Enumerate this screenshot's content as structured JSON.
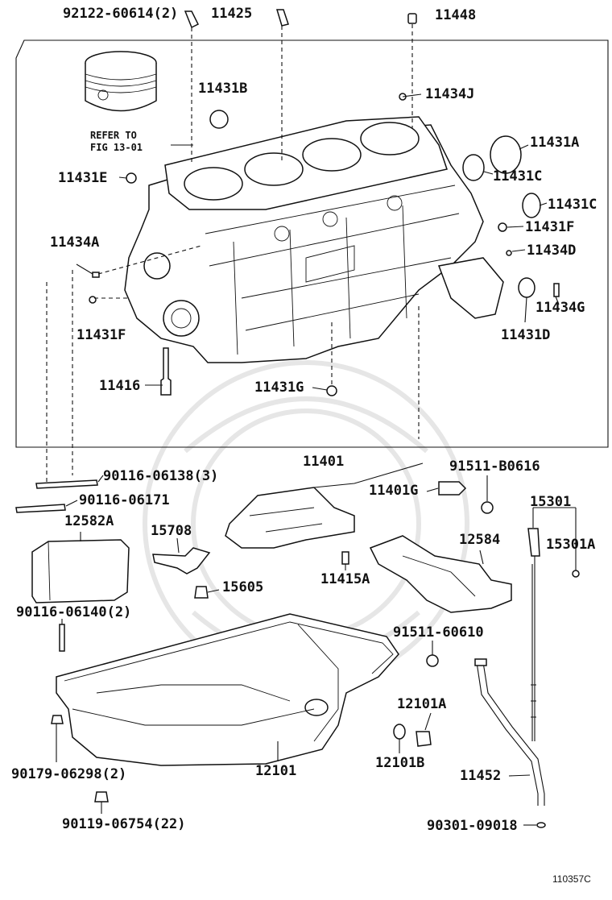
{
  "diagram": {
    "image_code": "110357C",
    "refer_note": [
      "REFER TO",
      "FIG 13-01"
    ],
    "colors": {
      "line": "#111111",
      "background": "#ffffff",
      "watermark": "#e6e6e6"
    },
    "labels": {
      "p92122": "92122-60614(2)",
      "p11425": "11425",
      "p11448": "11448",
      "p11431B": "11431B",
      "p11434J": "11434J",
      "p11431A": "11431A",
      "p11431E": "11431E",
      "p11431C_1": "11431C",
      "p11431C_2": "11431C",
      "p11431F_r": "11431F",
      "p11434D": "11434D",
      "p11434A": "11434A",
      "p11434G": "11434G",
      "p11431F_l": "11431F",
      "p11431D": "11431D",
      "p11416": "11416",
      "p11431G": "11431G",
      "p11401": "11401",
      "p90116_138": "90116-06138(3)",
      "p91511_B0616": "91511-B0616",
      "p90116_171": "90116-06171",
      "p11401G": "11401G",
      "p15301": "15301",
      "p12582A": "12582A",
      "p15708": "15708",
      "p12584": "12584",
      "p15301A": "15301A",
      "p15605": "15605",
      "p11415A": "11415A",
      "p90116_140": "90116-06140(2)",
      "p91511_60610": "91511-60610",
      "p12101A": "12101A",
      "p12101B": "12101B",
      "p12101": "12101",
      "p11452": "11452",
      "p90179": "90179-06298(2)",
      "p90119": "90119-06754(22)",
      "p90301": "90301-09018"
    }
  }
}
